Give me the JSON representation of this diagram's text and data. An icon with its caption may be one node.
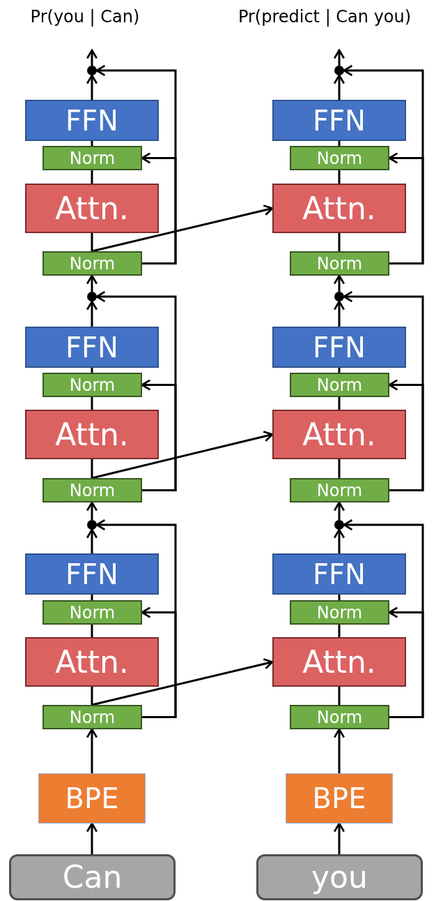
{
  "diagram": {
    "nodes": [
      {
        "text": [
          "Pr(you | Can)"
        ]
      },
      {
        "text": [],
        "shape": "circle"
      },
      {
        "text": [
          "FFN"
        ]
      },
      {
        "text": [
          "Norm"
        ]
      },
      {
        "text": [
          "Attn."
        ]
      },
      {
        "text": [
          "Norm"
        ]
      },
      {
        "text": [],
        "shape": "circle"
      },
      {
        "text": [
          "FFN"
        ]
      },
      {
        "text": [
          "Norm"
        ]
      },
      {
        "text": [
          "Attn."
        ]
      },
      {
        "text": [
          "Norm"
        ]
      },
      {
        "text": [],
        "shape": "circle"
      },
      {
        "text": [
          "FFN"
        ]
      },
      {
        "text": [
          "Norm"
        ]
      },
      {
        "text": [
          "Attn."
        ]
      },
      {
        "text": [
          "Norm"
        ]
      },
      {
        "text": [
          "BPE"
        ]
      },
      {
        "text": [
          "Can"
        ]
      },
      {
        "text": [
          "Pr(predict | Can you)"
        ]
      },
      {
        "text": [],
        "shape": "circle"
      },
      {
        "text": [
          "FFN"
        ]
      },
      {
        "text": [
          "Norm"
        ]
      },
      {
        "text": [
          "Attn."
        ]
      },
      {
        "text": [
          "Norm"
        ]
      },
      {
        "text": [],
        "shape": "circle"
      },
      {
        "text": [
          "FFN"
        ]
      },
      {
        "text": [
          "Norm"
        ]
      },
      {
        "text": [
          "Attn."
        ]
      },
      {
        "text": [
          "Norm"
        ]
      },
      {
        "text": [],
        "shape": "circle"
      },
      {
        "text": [
          "FFN"
        ]
      },
      {
        "text": [
          "Norm"
        ]
      },
      {
        "text": [
          "Attn."
        ]
      },
      {
        "text": [
          "Norm"
        ]
      },
      {
        "text": [
          "BPE"
        ]
      },
      {
        "text": [
          "you"
        ]
      }
    ],
    "edges": [
      {
        "from": 17,
        "to": 16,
        "arrow": "to"
      },
      {
        "from": 16,
        "to": 15,
        "arrow": "to"
      },
      {
        "from": 15,
        "to": 14,
        "arrow": "none"
      },
      {
        "from": 14,
        "to": 13,
        "arrow": "none"
      },
      {
        "from": 13,
        "to": 12,
        "arrow": "none"
      },
      {
        "from": 12,
        "to": 11,
        "arrow": "to"
      },
      {
        "from": 15,
        "to": 13,
        "arrow": "to"
      },
      {
        "from": 15,
        "to": 11,
        "arrow": "to"
      },
      {
        "from": 11,
        "to": 10,
        "arrow": "to"
      },
      {
        "from": 10,
        "to": 9,
        "arrow": "none"
      },
      {
        "from": 9,
        "to": 8,
        "arrow": "none"
      },
      {
        "from": 8,
        "to": 7,
        "arrow": "none"
      },
      {
        "from": 7,
        "to": 6,
        "arrow": "to"
      },
      {
        "from": 10,
        "to": 8,
        "arrow": "to"
      },
      {
        "from": 10,
        "to": 6,
        "arrow": "to"
      },
      {
        "from": 6,
        "to": 5,
        "arrow": "to"
      },
      {
        "from": 5,
        "to": 4,
        "arrow": "none"
      },
      {
        "from": 4,
        "to": 3,
        "arrow": "none"
      },
      {
        "from": 3,
        "to": 2,
        "arrow": "none"
      },
      {
        "from": 2,
        "to": 1,
        "arrow": "to"
      },
      {
        "from": 5,
        "to": 3,
        "arrow": "to"
      },
      {
        "from": 5,
        "to": 1,
        "arrow": "to"
      },
      {
        "from": 1,
        "to": 0,
        "arrow": "to"
      },
      {
        "from": 35,
        "to": 34,
        "arrow": "to"
      },
      {
        "from": 34,
        "to": 33,
        "arrow": "to"
      },
      {
        "from": 33,
        "to": 32,
        "arrow": "none"
      },
      {
        "from": 32,
        "to": 31,
        "arrow": "none"
      },
      {
        "from": 31,
        "to": 30,
        "arrow": "none"
      },
      {
        "from": 30,
        "to": 29,
        "arrow": "to"
      },
      {
        "from": 33,
        "to": 31,
        "arrow": "to"
      },
      {
        "from": 33,
        "to": 29,
        "arrow": "to"
      },
      {
        "from": 29,
        "to": 28,
        "arrow": "to"
      },
      {
        "from": 28,
        "to": 27,
        "arrow": "none"
      },
      {
        "from": 27,
        "to": 26,
        "arrow": "none"
      },
      {
        "from": 26,
        "to": 25,
        "arrow": "none"
      },
      {
        "from": 25,
        "to": 24,
        "arrow": "to"
      },
      {
        "from": 28,
        "to": 26,
        "arrow": "to"
      },
      {
        "from": 28,
        "to": 24,
        "arrow": "to"
      },
      {
        "from": 24,
        "to": 23,
        "arrow": "to"
      },
      {
        "from": 23,
        "to": 22,
        "arrow": "none"
      },
      {
        "from": 22,
        "to": 21,
        "arrow": "none"
      },
      {
        "from": 21,
        "to": 20,
        "arrow": "none"
      },
      {
        "from": 20,
        "to": 19,
        "arrow": "to"
      },
      {
        "from": 23,
        "to": 21,
        "arrow": "to"
      },
      {
        "from": 23,
        "to": 19,
        "arrow": "to"
      },
      {
        "from": 19,
        "to": 18,
        "arrow": "to"
      },
      {
        "from": 15,
        "to": 32,
        "arrow": "to"
      },
      {
        "from": 10,
        "to": 27,
        "arrow": "to"
      },
      {
        "from": 5,
        "to": 22,
        "arrow": "to"
      }
    ]
  }
}
